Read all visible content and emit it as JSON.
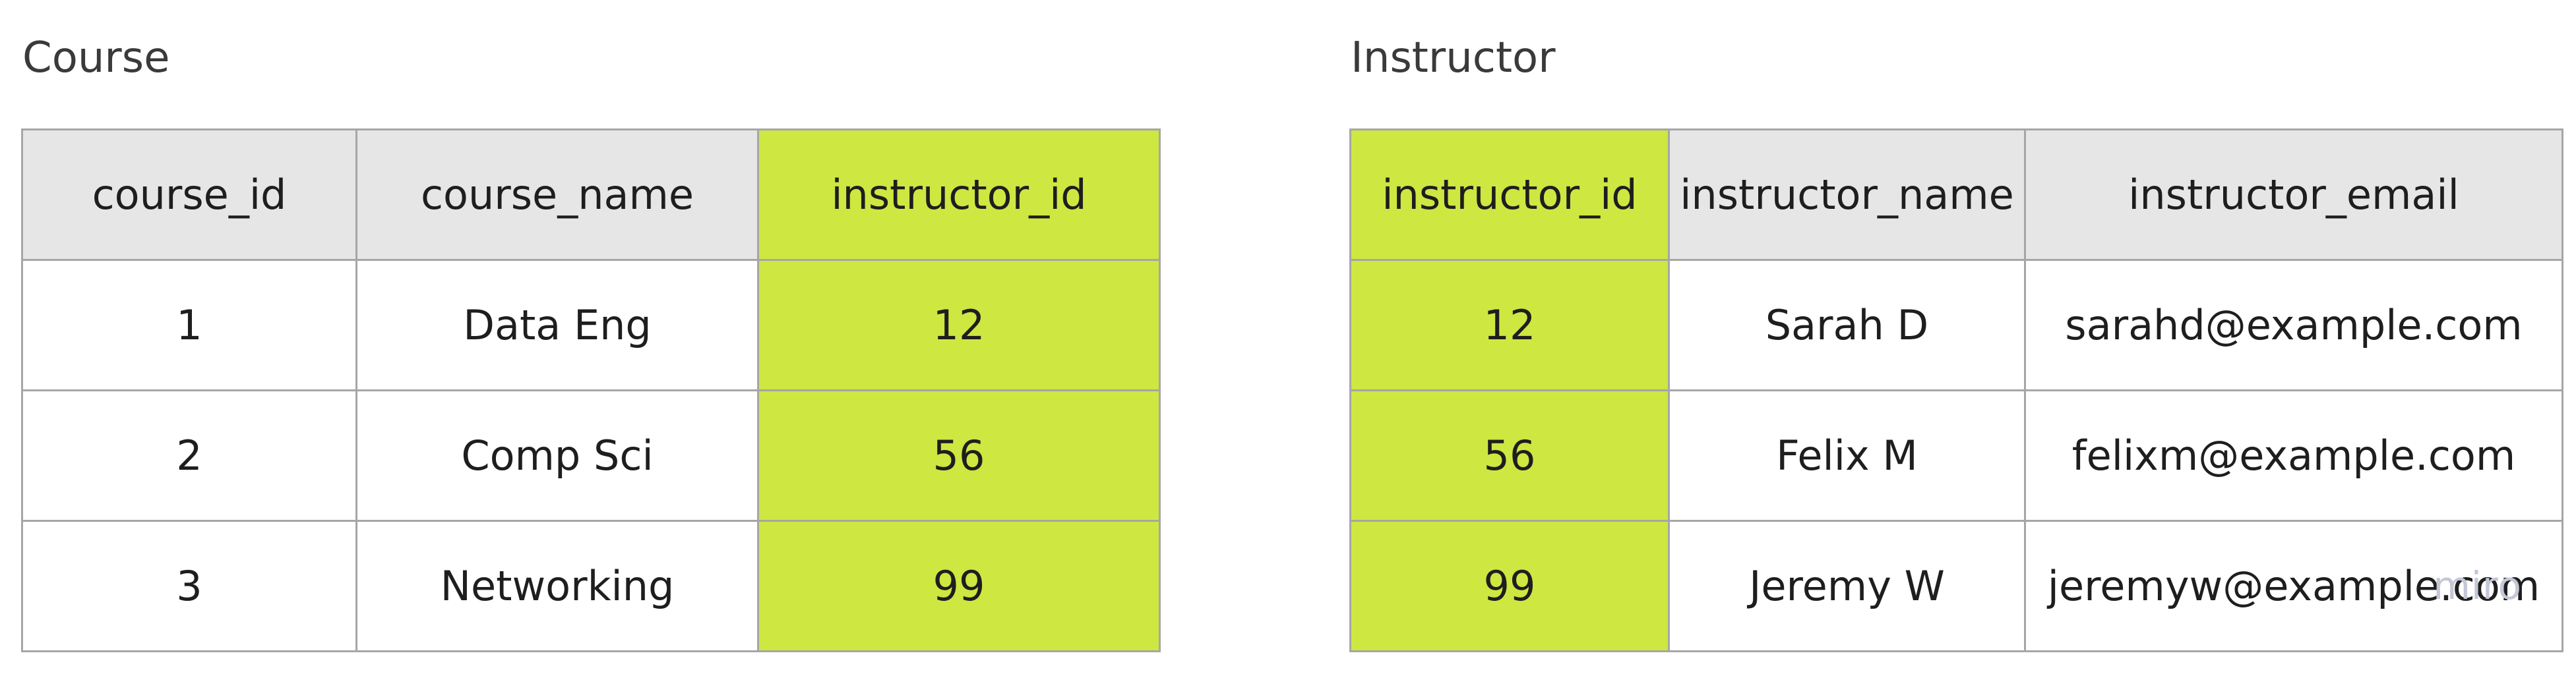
{
  "course_table": {
    "title": "Course",
    "headers": [
      "course_id",
      "course_name",
      "instructor_id"
    ],
    "rows": [
      [
        "1",
        "Data Eng",
        "12"
      ],
      [
        "2",
        "Comp Sci",
        "56"
      ],
      [
        "3",
        "Networking",
        "99"
      ]
    ],
    "highlight_column": "instructor_id"
  },
  "instructor_table": {
    "title": "Instructor",
    "headers": [
      "instructor_id",
      "instructor_name",
      "instructor_email"
    ],
    "rows": [
      [
        "12",
        "Sarah D",
        "sarahd@example.com"
      ],
      [
        "56",
        "Felix M",
        "felixm@example.com"
      ],
      [
        "99",
        "Jeremy W",
        "jeremyw@example.com"
      ]
    ],
    "highlight_column": "instructor_id"
  },
  "colors": {
    "highlight": "#cee741",
    "header_background": "#e6e6e6",
    "border": "#a6a6a6"
  },
  "watermark": "miro"
}
